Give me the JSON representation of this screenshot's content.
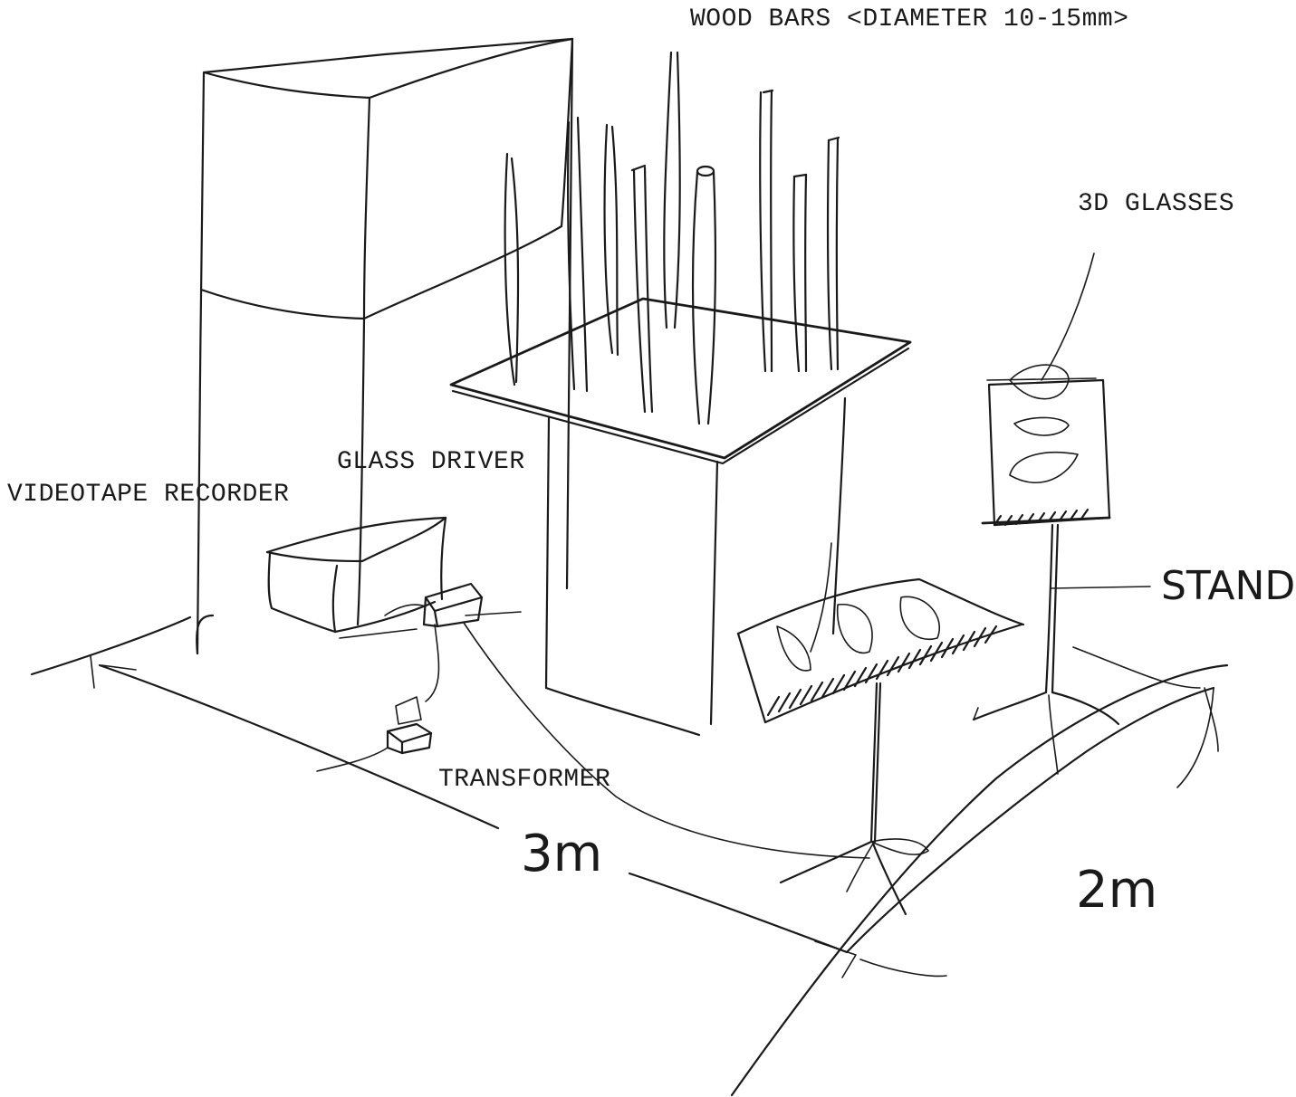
{
  "labels": {
    "wood_bars": "WOOD BARS <DIAMETER 10-15mm>",
    "glasses_3d": "3D GLASSES",
    "glass_driver": "GLASS DRIVER",
    "videotape_recorder": "VIDEOTAPE RECORDER",
    "stand": "STAND",
    "transformer": "TRANSFORMER",
    "dim_width": "3m",
    "dim_depth": "2m"
  },
  "colors": {
    "ink": "#1a1a1a",
    "paper": "#ffffff"
  }
}
